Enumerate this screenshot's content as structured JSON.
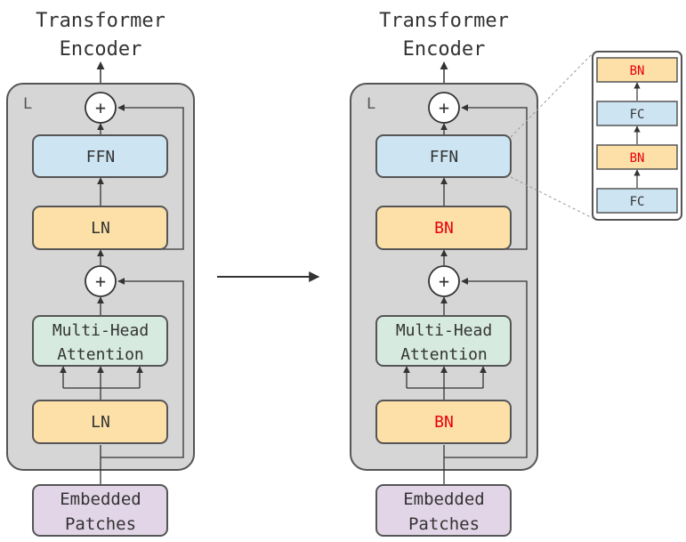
{
  "colors": {
    "container_fill": "#d6d6d6",
    "container_stroke": "#555555",
    "ln_fill": "#fce0a8",
    "ffn_fill": "#cde4f2",
    "attn_fill": "#d6eadf",
    "embed_fill": "#e1d5e7",
    "bn_text": "#e8000b",
    "text": "#333333",
    "arrow": "#333333"
  },
  "left": {
    "title_line1": "Transformer",
    "title_line2": "Encoder",
    "repeat_label": "L",
    "ffn": "FFN",
    "norm_top": "LN",
    "attention_line1": "Multi-Head",
    "attention_line2": "Attention",
    "norm_bottom": "LN",
    "input_line1": "Embedded",
    "input_line2": "Patches",
    "add_symbol": "+"
  },
  "right": {
    "title_line1": "Transformer",
    "title_line2": "Encoder",
    "repeat_label": "L",
    "ffn": "FFN",
    "norm_top": "BN",
    "attention_line1": "Multi-Head",
    "attention_line2": "Attention",
    "norm_bottom": "BN",
    "input_line1": "Embedded",
    "input_line2": "Patches",
    "add_symbol": "+"
  },
  "ffn_detail": {
    "layers_top_to_bottom": [
      "BN",
      "FC",
      "BN",
      "FC"
    ]
  }
}
